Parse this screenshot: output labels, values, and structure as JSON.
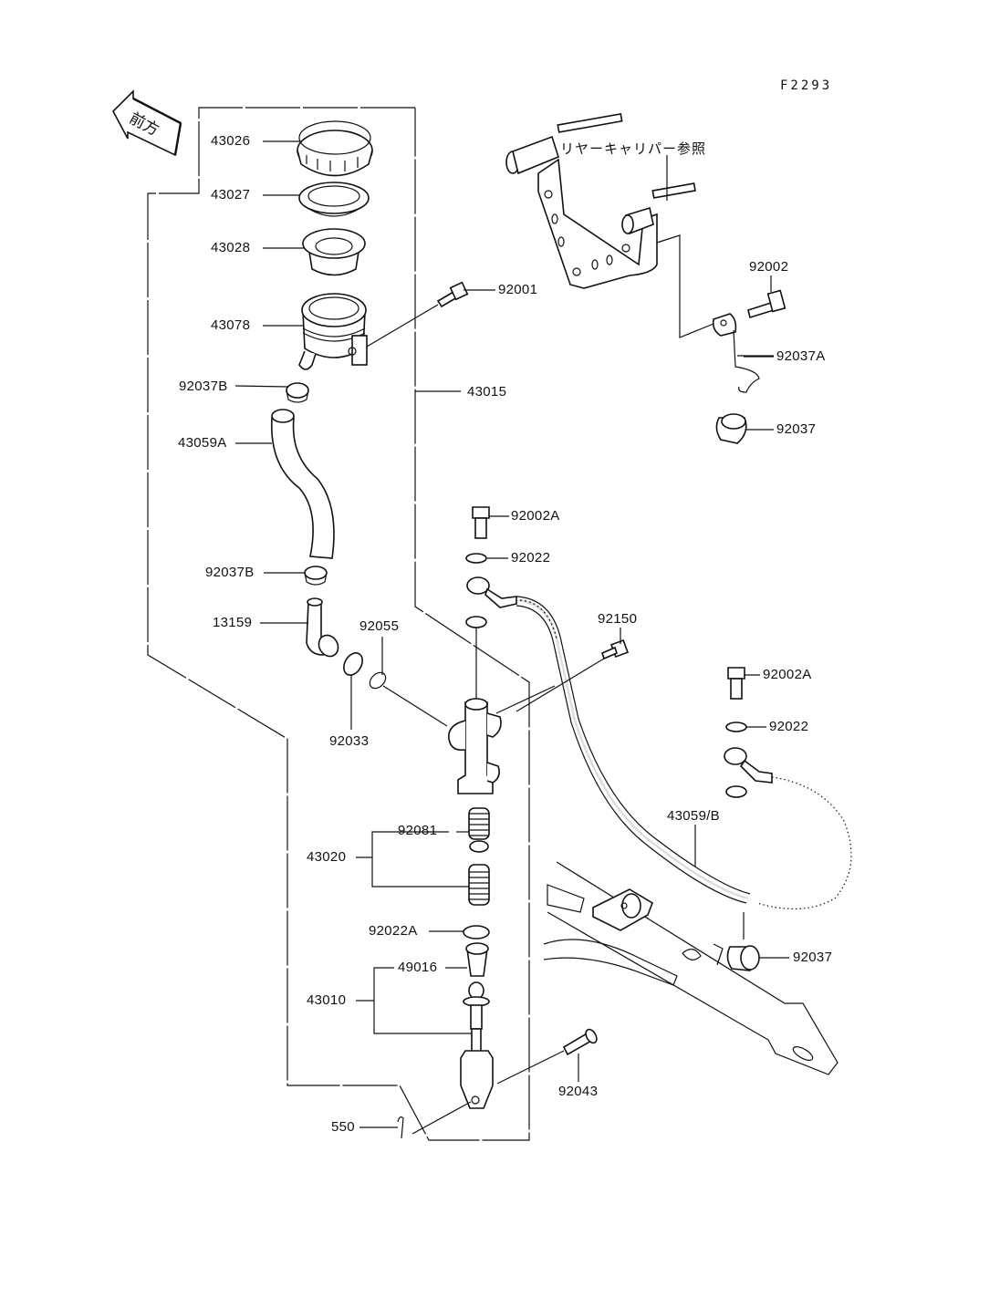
{
  "figure_number": "F2293",
  "front_indicator": "前方",
  "reference_note": "リヤーキャリパー参照",
  "parts": [
    {
      "id": "43026",
      "description": "reservoir-cap"
    },
    {
      "id": "43027",
      "description": "diaphragm-plate"
    },
    {
      "id": "43028",
      "description": "diaphragm"
    },
    {
      "id": "43078",
      "description": "reservoir-tank"
    },
    {
      "id": "92001",
      "description": "reservoir-bolt"
    },
    {
      "id": "92037B",
      "description": "hose-clamp-upper"
    },
    {
      "id": "43015",
      "description": "master-cylinder-assembly"
    },
    {
      "id": "43059A",
      "description": "reservoir-hose"
    },
    {
      "id": "92037B",
      "description": "hose-clamp-lower"
    },
    {
      "id": "13159",
      "description": "elbow-fitting"
    },
    {
      "id": "92055",
      "description": "o-ring"
    },
    {
      "id": "92033",
      "description": "circlip"
    },
    {
      "id": "92002",
      "description": "bracket-bolt"
    },
    {
      "id": "92037A",
      "description": "hose-clip"
    },
    {
      "id": "92037",
      "description": "grommet-upper"
    },
    {
      "id": "92002A",
      "description": "banjo-bolt-upper"
    },
    {
      "id": "92022",
      "description": "washer-upper"
    },
    {
      "id": "92150",
      "description": "mounting-bolt"
    },
    {
      "id": "92002A",
      "description": "banjo-bolt-lower"
    },
    {
      "id": "92022",
      "description": "washer-lower"
    },
    {
      "id": "43059/B",
      "description": "brake-hose"
    },
    {
      "id": "92081",
      "description": "spring"
    },
    {
      "id": "43020",
      "description": "piston-assembly"
    },
    {
      "id": "92022A",
      "description": "snap-ring"
    },
    {
      "id": "49016",
      "description": "boot"
    },
    {
      "id": "43010",
      "description": "push-rod-assembly"
    },
    {
      "id": "92037",
      "description": "grommet-lower"
    },
    {
      "id": "92043",
      "description": "clevis-pin"
    },
    {
      "id": "550",
      "description": "cotter-pin"
    }
  ],
  "labels": {
    "l43026": "43026",
    "l43027": "43027",
    "l43028": "43028",
    "l43078": "43078",
    "l92001": "92001",
    "l92037B_1": "92037B",
    "l43015": "43015",
    "l43059A": "43059A",
    "l92037B_2": "92037B",
    "l13159": "13159",
    "l92055": "92055",
    "l92033": "92033",
    "l92002": "92002",
    "l92037A": "92037A",
    "l92037_1": "92037",
    "l92002A_1": "92002A",
    "l92022_1": "92022",
    "l92150": "92150",
    "l92002A_2": "92002A",
    "l92022_2": "92022",
    "l43059B": "43059/B",
    "l92081": "92081",
    "l43020": "43020",
    "l92022A": "92022A",
    "l49016": "49016",
    "l43010": "43010",
    "l92037_2": "92037",
    "l92043": "92043",
    "l550": "550"
  }
}
